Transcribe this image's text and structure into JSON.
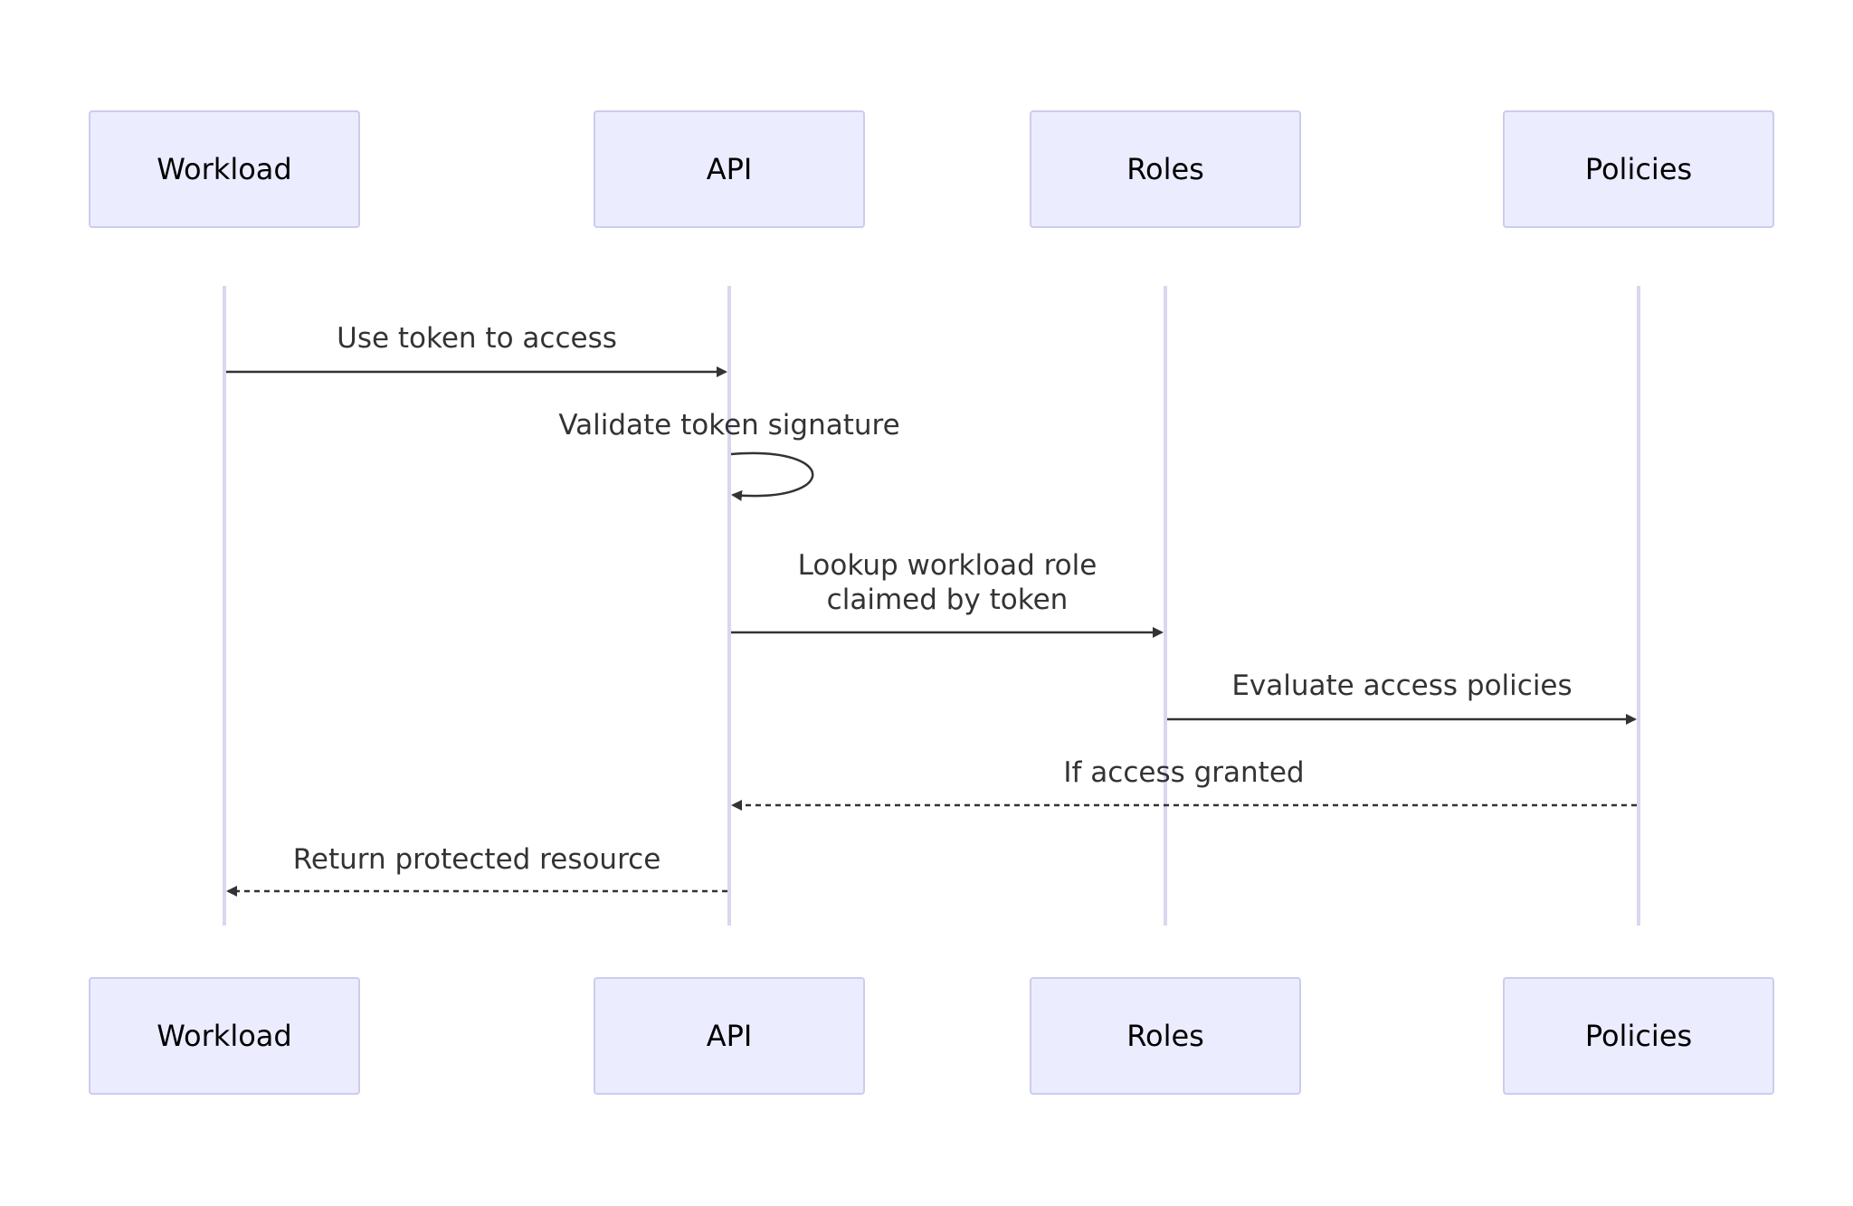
{
  "diagram": {
    "type": "sequence",
    "colors": {
      "actor_fill": "#ECECFF",
      "actor_border": "#CCCCEE",
      "lifeline": "#DCD5F0",
      "message_line": "#333333",
      "text": "#333333"
    },
    "participants": [
      {
        "id": "workload",
        "label": "Workload"
      },
      {
        "id": "api",
        "label": "API"
      },
      {
        "id": "roles",
        "label": "Roles"
      },
      {
        "id": "policies",
        "label": "Policies"
      }
    ],
    "messages": [
      {
        "from": "workload",
        "to": "api",
        "label": "Use token to access",
        "line": "solid"
      },
      {
        "from": "api",
        "to": "api",
        "label": "Validate token signature",
        "line": "solid"
      },
      {
        "from": "api",
        "to": "roles",
        "label": "Lookup workload role\nclaimed by token",
        "line": "solid"
      },
      {
        "from": "roles",
        "to": "policies",
        "label": "Evaluate access policies",
        "line": "solid"
      },
      {
        "from": "policies",
        "to": "api",
        "label": "If access granted",
        "line": "dashed"
      },
      {
        "from": "api",
        "to": "workload",
        "label": "Return protected resource",
        "line": "dashed"
      }
    ]
  }
}
